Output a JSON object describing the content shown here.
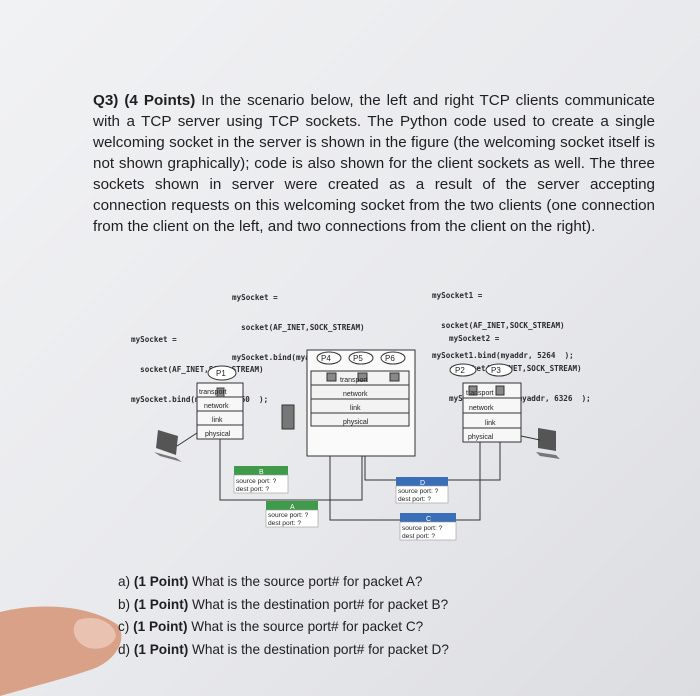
{
  "question": {
    "label": "Q3) (4 Points)",
    "body": "In the scenario below, the left and right TCP clients communicate with a TCP server using TCP sockets. The Python code used to create a single welcoming socket in the server is shown in the figure (the welcoming socket itself is not shown graphically); code is also shown for the client sockets as well. The three sockets shown in server were created as a result of the server accepting connection requests on this welcoming socket from the two clients (one connection from the client on the left, and two connections from the client on the right)."
  },
  "code": {
    "server": [
      "mySocket =",
      "  socket(AF_INET,SOCK_STREAM)",
      "mySocket.bind(myaddr, 5397  );"
    ],
    "left_client": [
      "mySocket =",
      "  socket(AF_INET,SOCK_STREAM)",
      "mySocket.bind(myaddr, 6660  );"
    ],
    "right_client_1": [
      "mySocket1 =",
      "  socket(AF_INET,SOCK_STREAM)",
      "mySocket1.bind(myaddr, 5264  );"
    ],
    "right_client_2": [
      "mySocket2 =",
      "  socket(AF_INET,SOCK_STREAM)",
      "mySocket2.bind(myaddr, 6326  );"
    ]
  },
  "diagram": {
    "processes": {
      "p1": "P1",
      "p2": "P2",
      "p3": "P3",
      "p4": "P4",
      "p5": "P5",
      "p6": "P6"
    },
    "layers": {
      "transport": "transport",
      "network": "network",
      "link": "link",
      "physical": "physical"
    },
    "packets": {
      "a": "A",
      "b": "B",
      "c": "C",
      "d": "D"
    },
    "source_port": "source port: ?",
    "dest_port": "dest port: ?"
  },
  "subquestions": [
    {
      "letter": "a)",
      "points": "(1 Point)",
      "text": "What is the source port# for packet A?"
    },
    {
      "letter": "b)",
      "points": "(1 Point)",
      "text": "What is the destination port# for packet B?"
    },
    {
      "letter": "c)",
      "points": "(1 Point)",
      "text": "What is the source port# for packet C?"
    },
    {
      "letter": "d)",
      "points": "(1 Point)",
      "text": "What is the destination port# for packet D?"
    }
  ],
  "colors": {
    "packet_green": "#3f9a4a",
    "packet_red": "#d24a3a",
    "packet_blue": "#3a6fb8",
    "skin": "#d9a188"
  }
}
